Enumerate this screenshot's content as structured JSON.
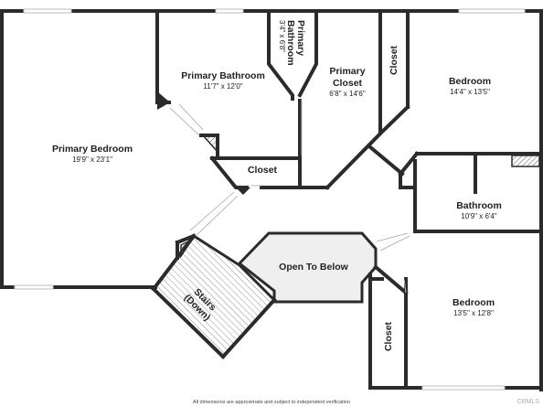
{
  "rooms": {
    "primary_bedroom": {
      "name": "Primary Bedroom",
      "dims": "19'9\" x 23'1\""
    },
    "primary_bathroom": {
      "name": "Primary Bathroom",
      "dims": "11'7\" x 12'0\""
    },
    "primary_bathroom_small": {
      "name_l1": "Primary",
      "name_l2": "Bathroom",
      "dims": "3'4\" x 6'8\""
    },
    "primary_closet": {
      "name_l1": "Primary",
      "name_l2": "Closet",
      "dims": "6'8\" x 14'6\""
    },
    "closet_top": {
      "name": "Closet"
    },
    "bedroom_ne": {
      "name": "Bedroom",
      "dims": "14'4\" x 13'5\""
    },
    "closet_center": {
      "name": "Closet"
    },
    "bathroom": {
      "name": "Bathroom",
      "dims": "10'9\" x 6'4\""
    },
    "open_to_below": {
      "name": "Open To Below"
    },
    "stairs": {
      "name_l1": "Stairs",
      "name_l2": "(Down)"
    },
    "bedroom_se": {
      "name": "Bedroom",
      "dims": "13'5\" x 12'8\""
    },
    "closet_se": {
      "name": "Closet"
    }
  },
  "footer": "All dimensions are approximate and subject to independent verification",
  "watermark": "CRMLS"
}
